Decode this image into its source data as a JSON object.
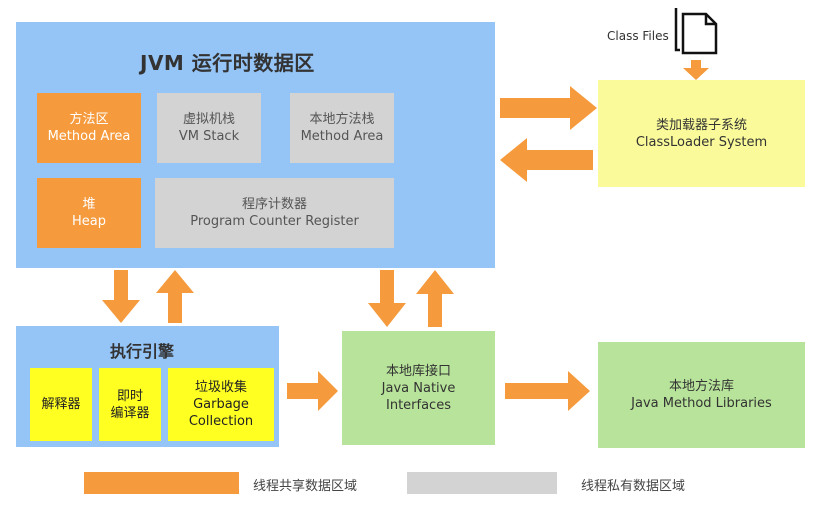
{
  "jvm": {
    "title": "JVM 运行时数据区",
    "method_area": {
      "line1": "方法区",
      "line2": "Method Area"
    },
    "vm_stack": {
      "line1": "虚拟机栈",
      "line2": "VM Stack"
    },
    "native_stack": {
      "line1": "本地方法栈",
      "line2": "Method Area"
    },
    "heap": {
      "line1": "堆",
      "line2": "Heap"
    },
    "pc_register": {
      "line1": "程序计数器",
      "line2": "Program Counter Register"
    }
  },
  "class_files": {
    "label": "Class Files",
    "icon": "file-icon"
  },
  "classloader": {
    "line1": "类加载器子系统",
    "line2": "ClassLoader System"
  },
  "execution_engine": {
    "title": "执行引擎",
    "interpreter": "解释器",
    "jit": {
      "line1": "即时",
      "line2": "编译器"
    },
    "gc": {
      "line1": "垃圾收集",
      "line2": "Garbage",
      "line3": "Collection"
    }
  },
  "native_interface": {
    "line1": "本地库接口",
    "line2": "Java Native",
    "line3": "Interfaces"
  },
  "native_libraries": {
    "line1": "本地方法库",
    "line2": "Java Method Libraries"
  },
  "legend": {
    "shared": {
      "label": "线程共享数据区域",
      "color": "#f59b3e"
    },
    "private": {
      "label": "线程私有数据区域",
      "color": "#d3d3d3"
    }
  },
  "colors": {
    "arrow": "#f59b3e",
    "runtime_area": "#95c5f7",
    "classloader": "#fafa9a",
    "native": "#b7e39a"
  }
}
